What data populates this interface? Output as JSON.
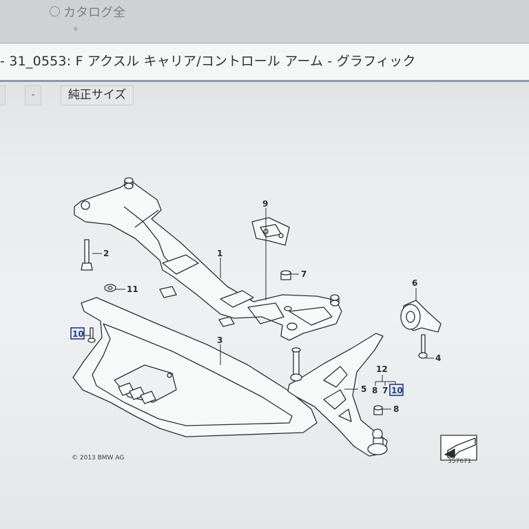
{
  "header": {
    "catalog_label": "カタログ全",
    "catalog_sub": "※"
  },
  "title_bar": {
    "title": "- 31_0553: F アクスル キャリア/コントロール アーム - グラフィック"
  },
  "toolbar": {
    "zoom_minus_label": "-",
    "original_size_label": "純正サイズ"
  },
  "diagram": {
    "callouts": {
      "c1": "1",
      "c2": "2",
      "c3": "3",
      "c4": "4",
      "c5": "5",
      "c6": "6",
      "c7": "7",
      "c7b": "7",
      "c8": "8",
      "c8b": "8",
      "c9": "9",
      "c10a": "10",
      "c10b": "10",
      "c11": "11",
      "c12": "12"
    },
    "copyright": "© 2013 BMW AG",
    "diagram_number": "357671",
    "colors": {
      "line": "#2b2d31",
      "part_fill": "#f7f8f8",
      "callout_box": "#1d3d8a"
    }
  }
}
